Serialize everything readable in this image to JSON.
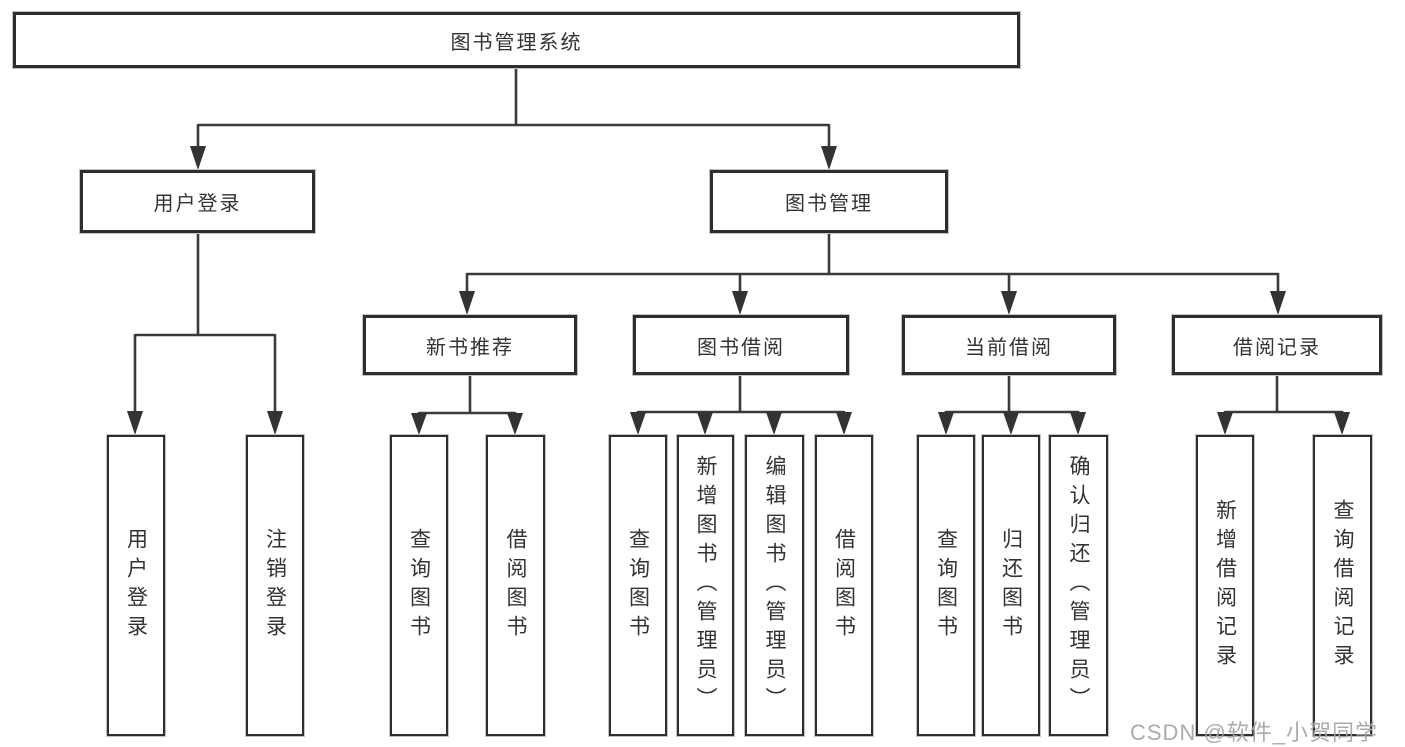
{
  "nodes": {
    "root": "图书管理系统",
    "user_login": "用户登录",
    "book_mgmt": "图书管理",
    "new_book_rec": "新书推荐",
    "book_borrow": "图书借阅",
    "current_borrow": "当前借阅",
    "borrow_records": "借阅记录",
    "ul_user_login": "用户登录",
    "ul_logout": "注销登录",
    "nb_query_book": "查询图书",
    "nb_borrow_book": "借阅图书",
    "bb_query_book": "查询图书",
    "bb_add_book": "新增图书（管理员）",
    "bb_edit_book": "编辑图书（管理员）",
    "bb_borrow_book": "借阅图书",
    "cb_query_book": "查询图书",
    "cb_return_book": "归还图书",
    "cb_confirm_return": "确认归还（管理员）",
    "br_add_record": "新增借阅记录",
    "br_query_record": "查询借阅记录"
  },
  "watermark": "CSDN @软件_小贺同学",
  "colors": {
    "line": "#3a3a3a",
    "box_border": "#2e2e2e",
    "text": "#333333",
    "watermark": "#a4a4a4",
    "background": "#ffffff"
  }
}
